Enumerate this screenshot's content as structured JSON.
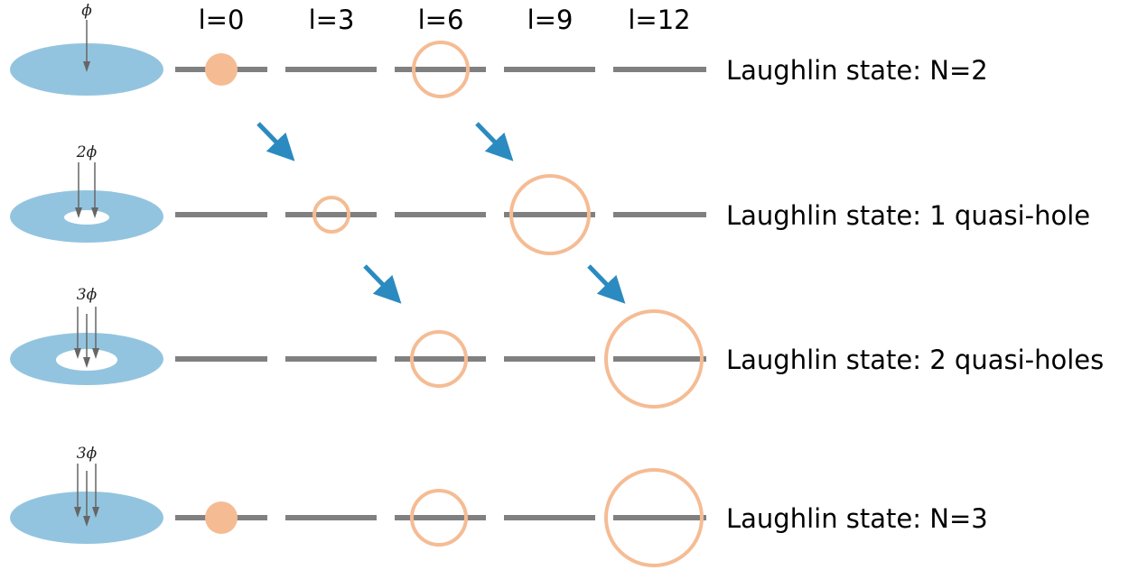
{
  "columns": [
    "l=0",
    "l=3",
    "l=6",
    "l=9",
    "l=12"
  ],
  "rows": [
    {
      "label": "Laughlin state: N=2",
      "flux": "ϕ",
      "flux_arrows": 1,
      "hole": "none",
      "markers": [
        {
          "col": 0,
          "kind": "filled"
        },
        {
          "col": 2,
          "kind": "ring",
          "size": "medium"
        }
      ]
    },
    {
      "label": "Laughlin state: 1 quasi-hole",
      "flux": "2ϕ",
      "flux_arrows": 2,
      "hole": "small",
      "markers": [
        {
          "col": 1,
          "kind": "ring",
          "size": "small"
        },
        {
          "col": 3,
          "kind": "ring",
          "size": "large"
        }
      ]
    },
    {
      "label": "Laughlin state: 2 quasi-holes",
      "flux": "3ϕ",
      "flux_arrows": 3,
      "hole": "large",
      "markers": [
        {
          "col": 2,
          "kind": "ring",
          "size": "medium"
        },
        {
          "col": 4,
          "kind": "ring",
          "size": "xlarge"
        }
      ]
    },
    {
      "label": "Laughlin state: N=3",
      "flux": "3ϕ",
      "flux_arrows": 3,
      "hole": "none",
      "markers": [
        {
          "col": 0,
          "kind": "filled"
        },
        {
          "col": 2,
          "kind": "ring",
          "size": "medium"
        },
        {
          "col": 4,
          "kind": "ring",
          "size": "xlarge"
        }
      ]
    }
  ],
  "transitions": [
    {
      "from_row": 0,
      "from_col": 0,
      "to_row": 1,
      "to_col": 1
    },
    {
      "from_row": 0,
      "from_col": 2,
      "to_row": 1,
      "to_col": 3
    },
    {
      "from_row": 1,
      "from_col": 1,
      "to_row": 2,
      "to_col": 2
    },
    {
      "from_row": 1,
      "from_col": 3,
      "to_row": 2,
      "to_col": 4
    }
  ],
  "colors": {
    "disk": "#93c4df",
    "orbital_line": "#808080",
    "particle": "#f5bc94",
    "transition_arrow": "#2b8bc0",
    "flux_arrow": "#666666"
  }
}
